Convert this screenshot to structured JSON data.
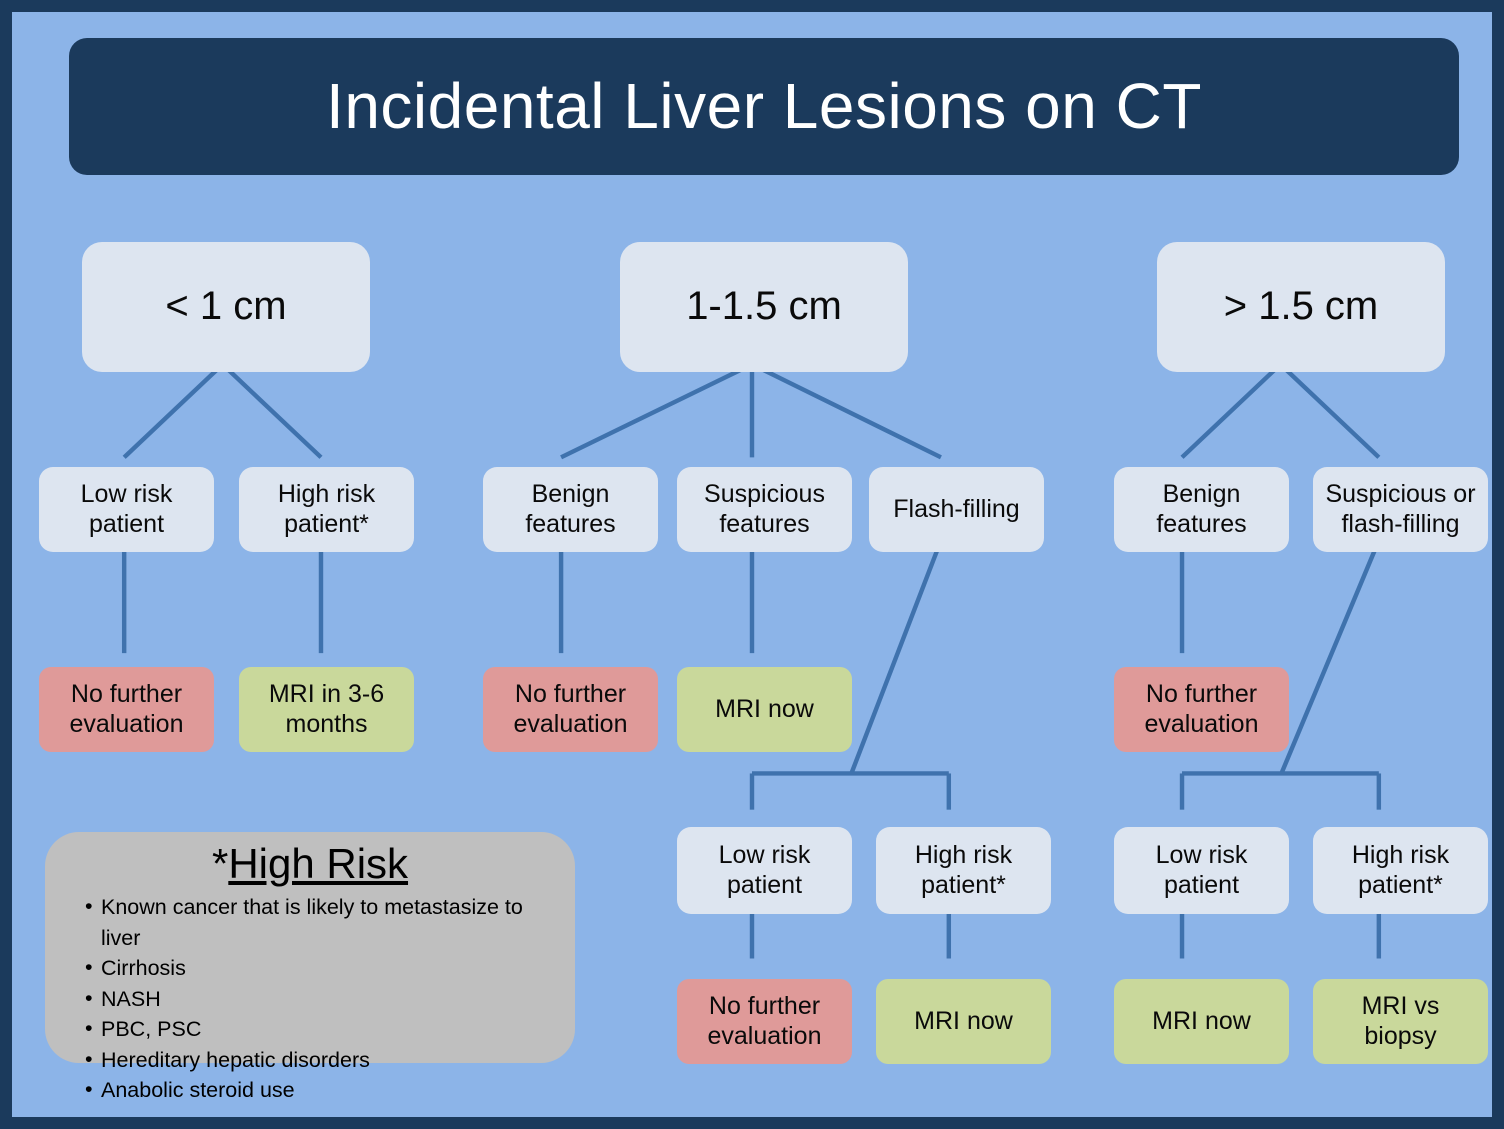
{
  "header": {
    "title": "Incidental Liver Lesions on CT"
  },
  "colors": {
    "page_border": "#1b3a5c",
    "background": "#8cb4e8",
    "banner": "#1b3a5c",
    "decision_node": "#dde5f0",
    "outcome_no_further": "#df9a99",
    "outcome_mri": "#c9d89b",
    "legend_box": "#bfbfbf",
    "connector": "#3f72ad"
  },
  "columns": [
    {
      "id": "lt1cm",
      "size_label": "< 1 cm",
      "branches": [
        {
          "feature": "Low risk\npatient",
          "outcome": "No further\nevaluation",
          "outcome_type": "red"
        },
        {
          "feature": "High risk\npatient*",
          "outcome": "MRI in 3-6\nmonths",
          "outcome_type": "green"
        }
      ]
    },
    {
      "id": "1to1p5cm",
      "size_label": "1-1.5 cm",
      "branches": [
        {
          "feature": "Benign\nfeatures",
          "outcome": "No further\nevaluation",
          "outcome_type": "red"
        },
        {
          "feature": "Suspicious\nfeatures",
          "outcome": "MRI now",
          "outcome_type": "green"
        },
        {
          "feature": "Flash-filling",
          "sub_branches": [
            {
              "risk": "Low risk\npatient",
              "outcome": "No further\nevaluation",
              "outcome_type": "red"
            },
            {
              "risk": "High risk\npatient*",
              "outcome": "MRI now",
              "outcome_type": "green"
            }
          ]
        }
      ]
    },
    {
      "id": "gt1p5cm",
      "size_label": "> 1.5 cm",
      "branches": [
        {
          "feature": "Benign\nfeatures",
          "outcome": "No further\nevaluation",
          "outcome_type": "red"
        },
        {
          "feature": "Suspicious or\nflash-filling",
          "sub_branches": [
            {
              "risk": "Low risk\npatient",
              "outcome": "MRI now",
              "outcome_type": "green"
            },
            {
              "risk": "High risk\npatient*",
              "outcome": "MRI vs\nbiopsy",
              "outcome_type": "green"
            }
          ]
        }
      ]
    }
  ],
  "nodes": {
    "c1_size": "< 1 cm",
    "c1_f1": "Low risk\npatient",
    "c1_f2": "High risk\npatient*",
    "c1_o1": "No further\nevaluation",
    "c1_o2": "MRI in 3-6\nmonths",
    "c2_size": "1-1.5 cm",
    "c2_f1": "Benign\nfeatures",
    "c2_f2": "Suspicious\nfeatures",
    "c2_f3": "Flash-filling",
    "c2_o1": "No further\nevaluation",
    "c2_o2": "MRI now",
    "c2_r1": "Low risk\npatient",
    "c2_r2": "High risk\npatient*",
    "c2_ro1": "No further\nevaluation",
    "c2_ro2": "MRI now",
    "c3_size": "> 1.5 cm",
    "c3_f1": "Benign\nfeatures",
    "c3_f2": "Suspicious or\nflash-filling",
    "c3_o1": "No further\nevaluation",
    "c3_r1": "Low risk\npatient",
    "c3_r2": "High risk\npatient*",
    "c3_ro1": "MRI now",
    "c3_ro2": "MRI vs\nbiopsy"
  },
  "legend": {
    "marker": "*",
    "title": "High Risk",
    "items": [
      "Known cancer that is likely to metastasize to liver",
      "Cirrhosis",
      "NASH",
      "PBC, PSC",
      "Hereditary hepatic disorders",
      "Anabolic steroid use"
    ]
  }
}
